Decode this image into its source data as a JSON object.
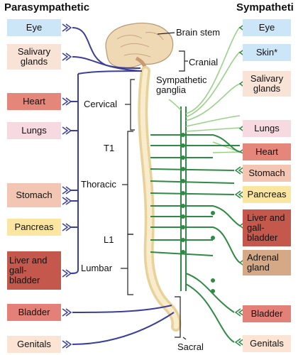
{
  "headers": {
    "left": "Parasympathetic",
    "right": "Sympatheti"
  },
  "parasympathetic_organs": {
    "eye": "Eye",
    "salivary": "Salivary glands",
    "heart": "Heart",
    "lungs": "Lungs",
    "stomach": "Stomach",
    "pancreas": "Pancreas",
    "liver": "Liver and gall-bladder",
    "bladder": "Bladder",
    "genitals": "Genitals"
  },
  "sympathetic_organs": {
    "eye": "Eye",
    "skin": "Skin*",
    "salivary": "Salivary glands",
    "lungs": "Lungs",
    "heart": "Heart",
    "stomach": "Stomach",
    "pancreas": "Pancreas",
    "liver": "Liver and gall-bladder",
    "adrenal": "Adrenal gland",
    "bladder": "Bladder",
    "genitals": "Genitals"
  },
  "region_labels": {
    "brain_stem": "Brain stem",
    "cranial": "Cranial",
    "sympathetic_ganglia": "Sympathetic ganglia",
    "cervical": "Cervical",
    "t1": "T1",
    "thoracic": "Thoracic",
    "l1": "L1",
    "lumbar": "Lumbar",
    "sacral": "Sacral"
  },
  "colors": {
    "parasympathetic_nerve": "#3b3f9a",
    "sympathetic_nerve_light": "#9bd08a",
    "sympathetic_nerve_dark": "#2f8a43",
    "eye_box": "#cde6f7",
    "skin_box": "#cde6f7",
    "salivary_box": "#f9e3d6",
    "heart_box": "#e4867a",
    "lungs_box": "#f7d9e1",
    "stomach_box": "#f2c6b2",
    "pancreas_box": "#fbe6a1",
    "liver_box": "#c4584c",
    "adrenal_box": "#d5a986",
    "bladder_box": "#e38077",
    "genitals_box": "#fbe4d4",
    "spine": "#f3e3b5",
    "brain": "#efd9b5"
  }
}
